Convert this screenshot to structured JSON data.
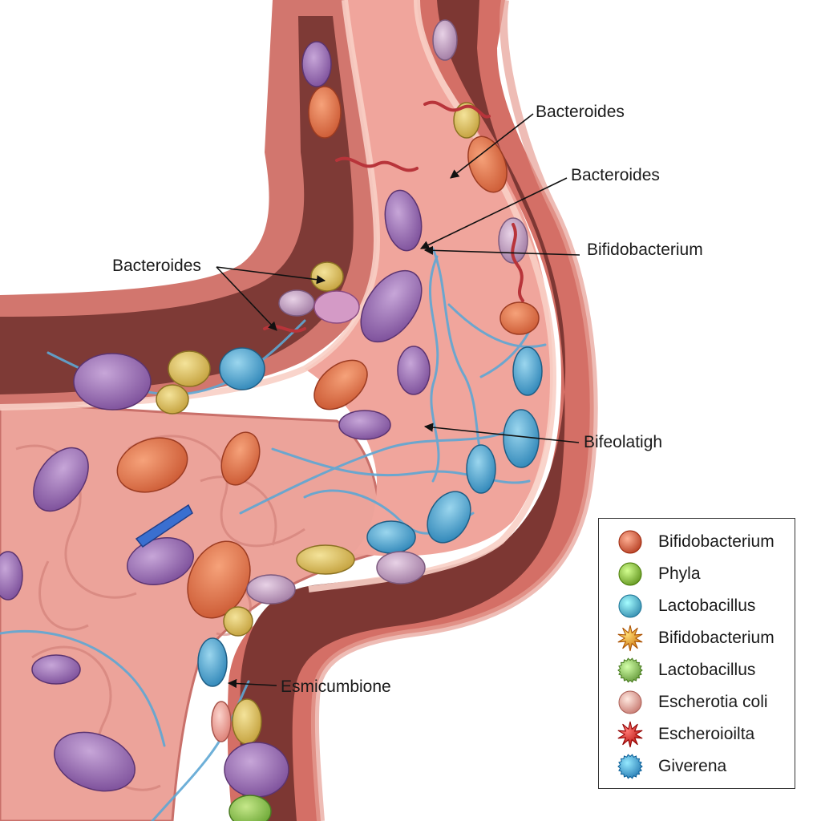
{
  "callouts": [
    {
      "text": "Bacteroides"
    },
    {
      "text": "Bacteroides"
    },
    {
      "text": "Bifidobacterium"
    },
    {
      "text": "Bacteroides"
    },
    {
      "text": "Bifeolatigh"
    },
    {
      "text": "Esmicumbione"
    }
  ],
  "legend": {
    "items": [
      {
        "label": "Bifidobacterium",
        "shape": "sphere",
        "color": "#e06a4e"
      },
      {
        "label": "Phyla",
        "shape": "sphere",
        "color": "#8dc04a"
      },
      {
        "label": "Lactobacillus",
        "shape": "sphere",
        "color": "#5fb7d9"
      },
      {
        "label": "Bifidobacterium",
        "shape": "star",
        "color": "#f0962e"
      },
      {
        "label": "Lactobacillus",
        "shape": "bumpy",
        "color": "#8cc062"
      },
      {
        "label": "Escherotia coli",
        "shape": "sphere",
        "color": "#f0a39a"
      },
      {
        "label": "Escheroioilta",
        "shape": "star",
        "color": "#d8322e"
      },
      {
        "label": "Giverena",
        "shape": "bumpy",
        "color": "#4fa3dc"
      }
    ]
  },
  "colors": {
    "tissue": "#e8908a",
    "tissue_dark": "#c4605a",
    "lumen": "#f1aaa2",
    "mucosa": "#f7c7bd",
    "filament": "#5ea7d4"
  }
}
